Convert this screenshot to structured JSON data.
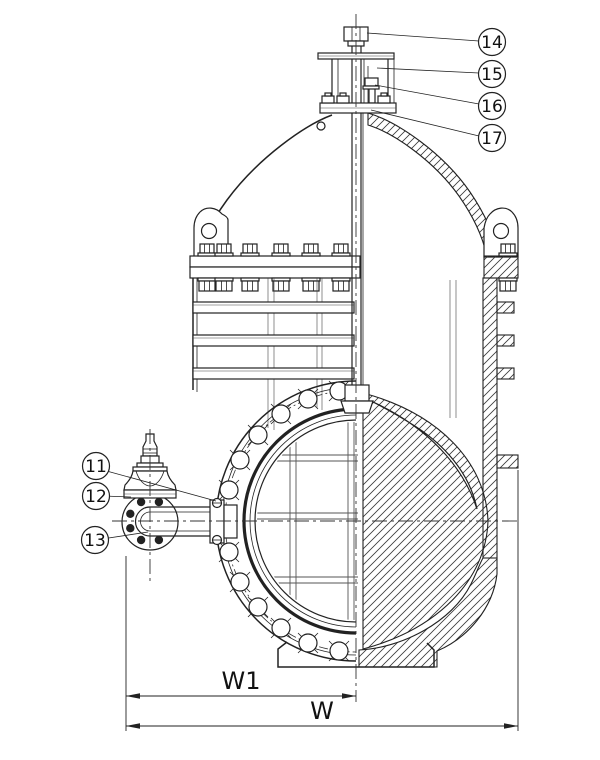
{
  "drawing": {
    "background_color": "#ffffff",
    "line_color": "#222222",
    "hatch_color": "#3a3a3a",
    "callouts": [
      {
        "label": "11"
      },
      {
        "label": "12"
      },
      {
        "label": "13"
      },
      {
        "label": "14"
      },
      {
        "label": "15"
      },
      {
        "label": "16"
      },
      {
        "label": "17"
      }
    ],
    "dimensions": {
      "w1_label": "W1",
      "w_label": "W"
    }
  }
}
